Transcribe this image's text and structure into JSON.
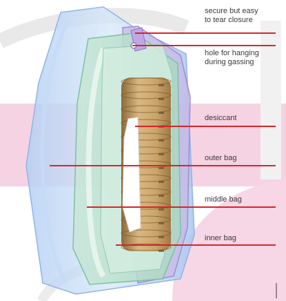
{
  "diagram": {
    "labels": [
      {
        "id": "closure",
        "lines": [
          "secure but easy",
          "to tear closure"
        ]
      },
      {
        "id": "hole",
        "lines": [
          "hole for hanging",
          "during gassing"
        ]
      },
      {
        "id": "desiccant",
        "lines": [
          "desiccant"
        ]
      },
      {
        "id": "outer-bag",
        "lines": [
          "outer bag"
        ]
      },
      {
        "id": "middle-bag",
        "lines": [
          "middle bag"
        ]
      },
      {
        "id": "inner-bag",
        "lines": [
          "inner bag"
        ]
      }
    ],
    "colors": {
      "leader_line": "#d8232a",
      "background_pink": "#f6d3e3",
      "bag_blue": "#b7d3f2",
      "bag_purple": "#b6a3dc",
      "bag_green": "#bfe3cf",
      "plates_tan": "#c9a56c"
    }
  }
}
